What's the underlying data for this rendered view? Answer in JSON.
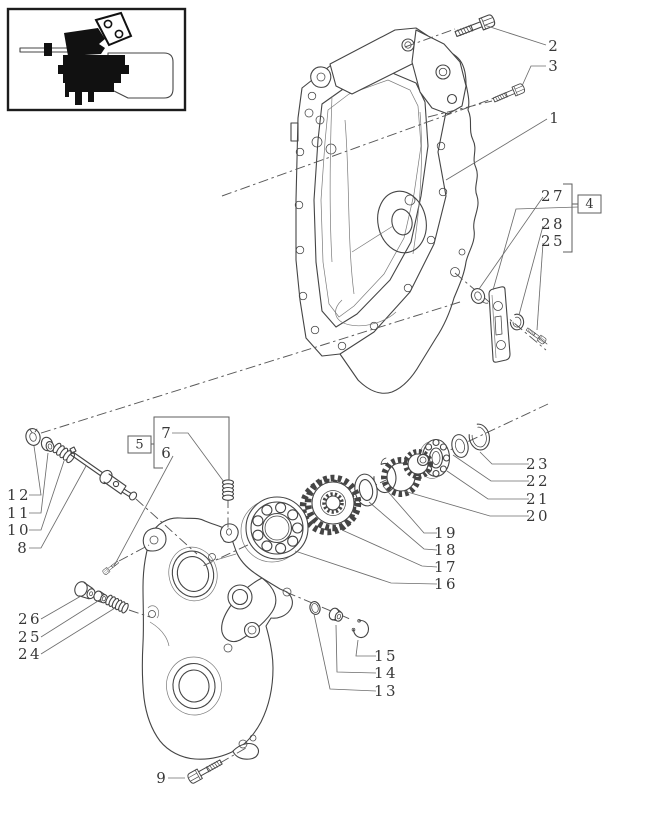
{
  "figure": {
    "type": "exploded-parts-diagram",
    "background_color": "#ffffff",
    "line_color": "#454545",
    "label_color": "#383838"
  },
  "callouts": [
    {
      "num": "1"
    },
    {
      "num": "2"
    },
    {
      "num": "3"
    },
    {
      "num": "27"
    },
    {
      "num": "28"
    },
    {
      "num": "25"
    },
    {
      "num": "7"
    },
    {
      "num": "6"
    },
    {
      "num": "12"
    },
    {
      "num": "11"
    },
    {
      "num": "10"
    },
    {
      "num": "8"
    },
    {
      "num": "23"
    },
    {
      "num": "22"
    },
    {
      "num": "21"
    },
    {
      "num": "20"
    },
    {
      "num": "19"
    },
    {
      "num": "18"
    },
    {
      "num": "17"
    },
    {
      "num": "16"
    },
    {
      "num": "26"
    },
    {
      "num": "25"
    },
    {
      "num": "24"
    },
    {
      "num": "15"
    },
    {
      "num": "14"
    },
    {
      "num": "13"
    },
    {
      "num": "9"
    }
  ],
  "ref_boxes": [
    {
      "num": "4"
    },
    {
      "num": "5"
    }
  ]
}
